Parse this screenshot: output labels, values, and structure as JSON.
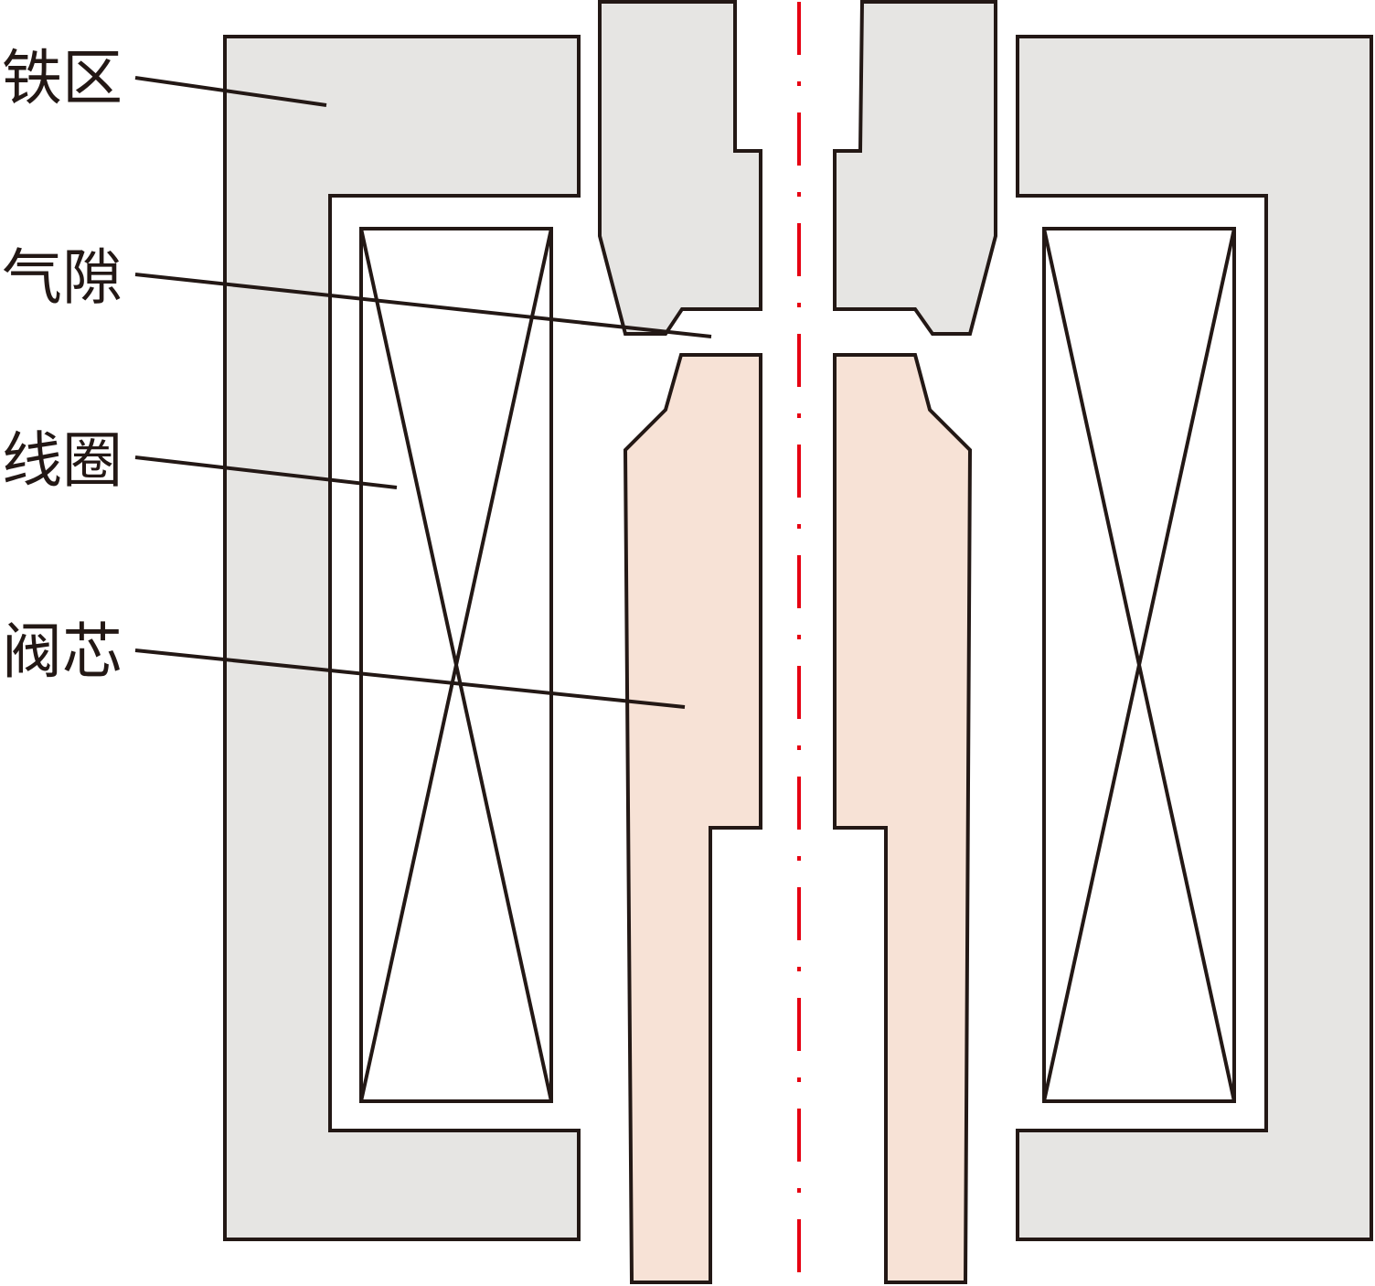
{
  "labels": {
    "iron": "铁区",
    "air_gap": "气隙",
    "coil": "线圈",
    "valve_core": "阀芯"
  },
  "colors": {
    "iron_fill": "#e6e5e3",
    "core_fill": "#f7e2d6",
    "outline": "#231815",
    "axis": "#e60012",
    "background": "#ffffff"
  }
}
